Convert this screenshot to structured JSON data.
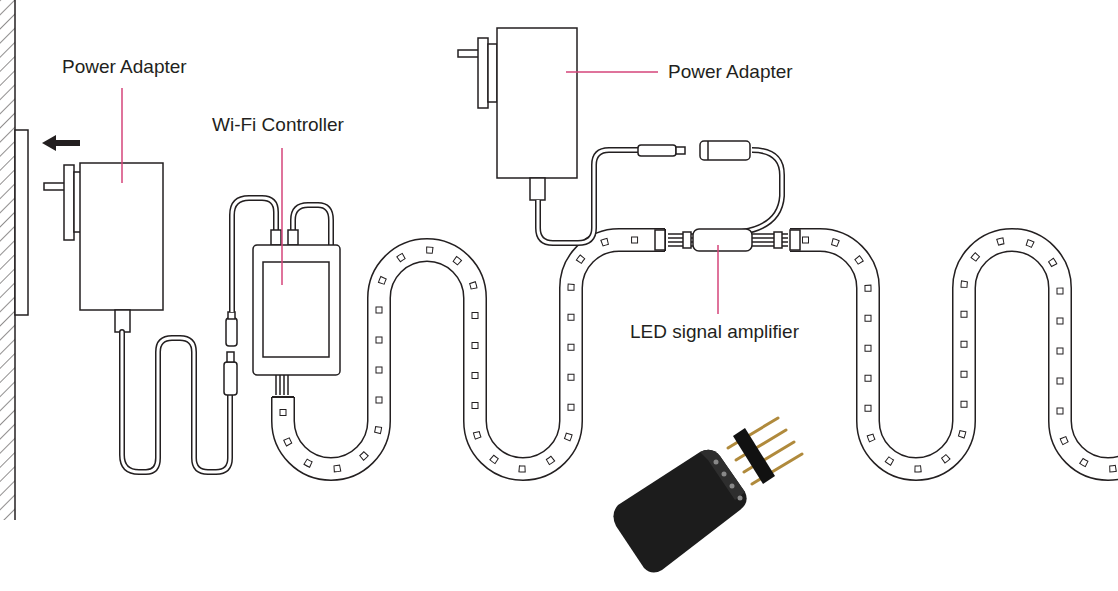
{
  "diagram": {
    "labels": [
      "Power Adapter",
      "Wi-Fi Controller",
      "Power Adapter",
      "LED signal amplifier"
    ]
  }
}
